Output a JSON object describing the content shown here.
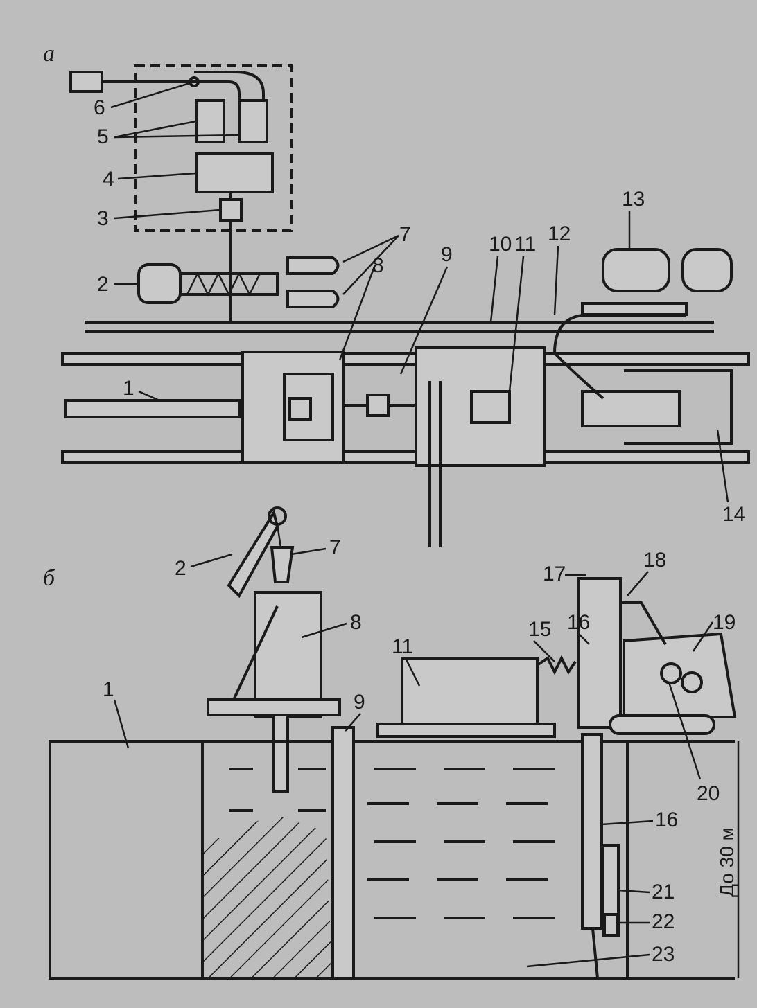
{
  "sections": {
    "a": "а",
    "b": "б"
  },
  "labels_a": [
    "1",
    "2",
    "3",
    "4",
    "5",
    "6",
    "7",
    "8",
    "9",
    "10",
    "11",
    "12",
    "13",
    "14"
  ],
  "labels_b": [
    "1",
    "2",
    "7",
    "8",
    "9",
    "11",
    "15",
    "16",
    "17",
    "18",
    "19",
    "20",
    "16",
    "21",
    "22",
    "23"
  ],
  "dimension": "До 30 м",
  "colors": {
    "background": "#bdbdbd",
    "ink": "#1a1a1a",
    "fill": "#c9c9c9"
  }
}
